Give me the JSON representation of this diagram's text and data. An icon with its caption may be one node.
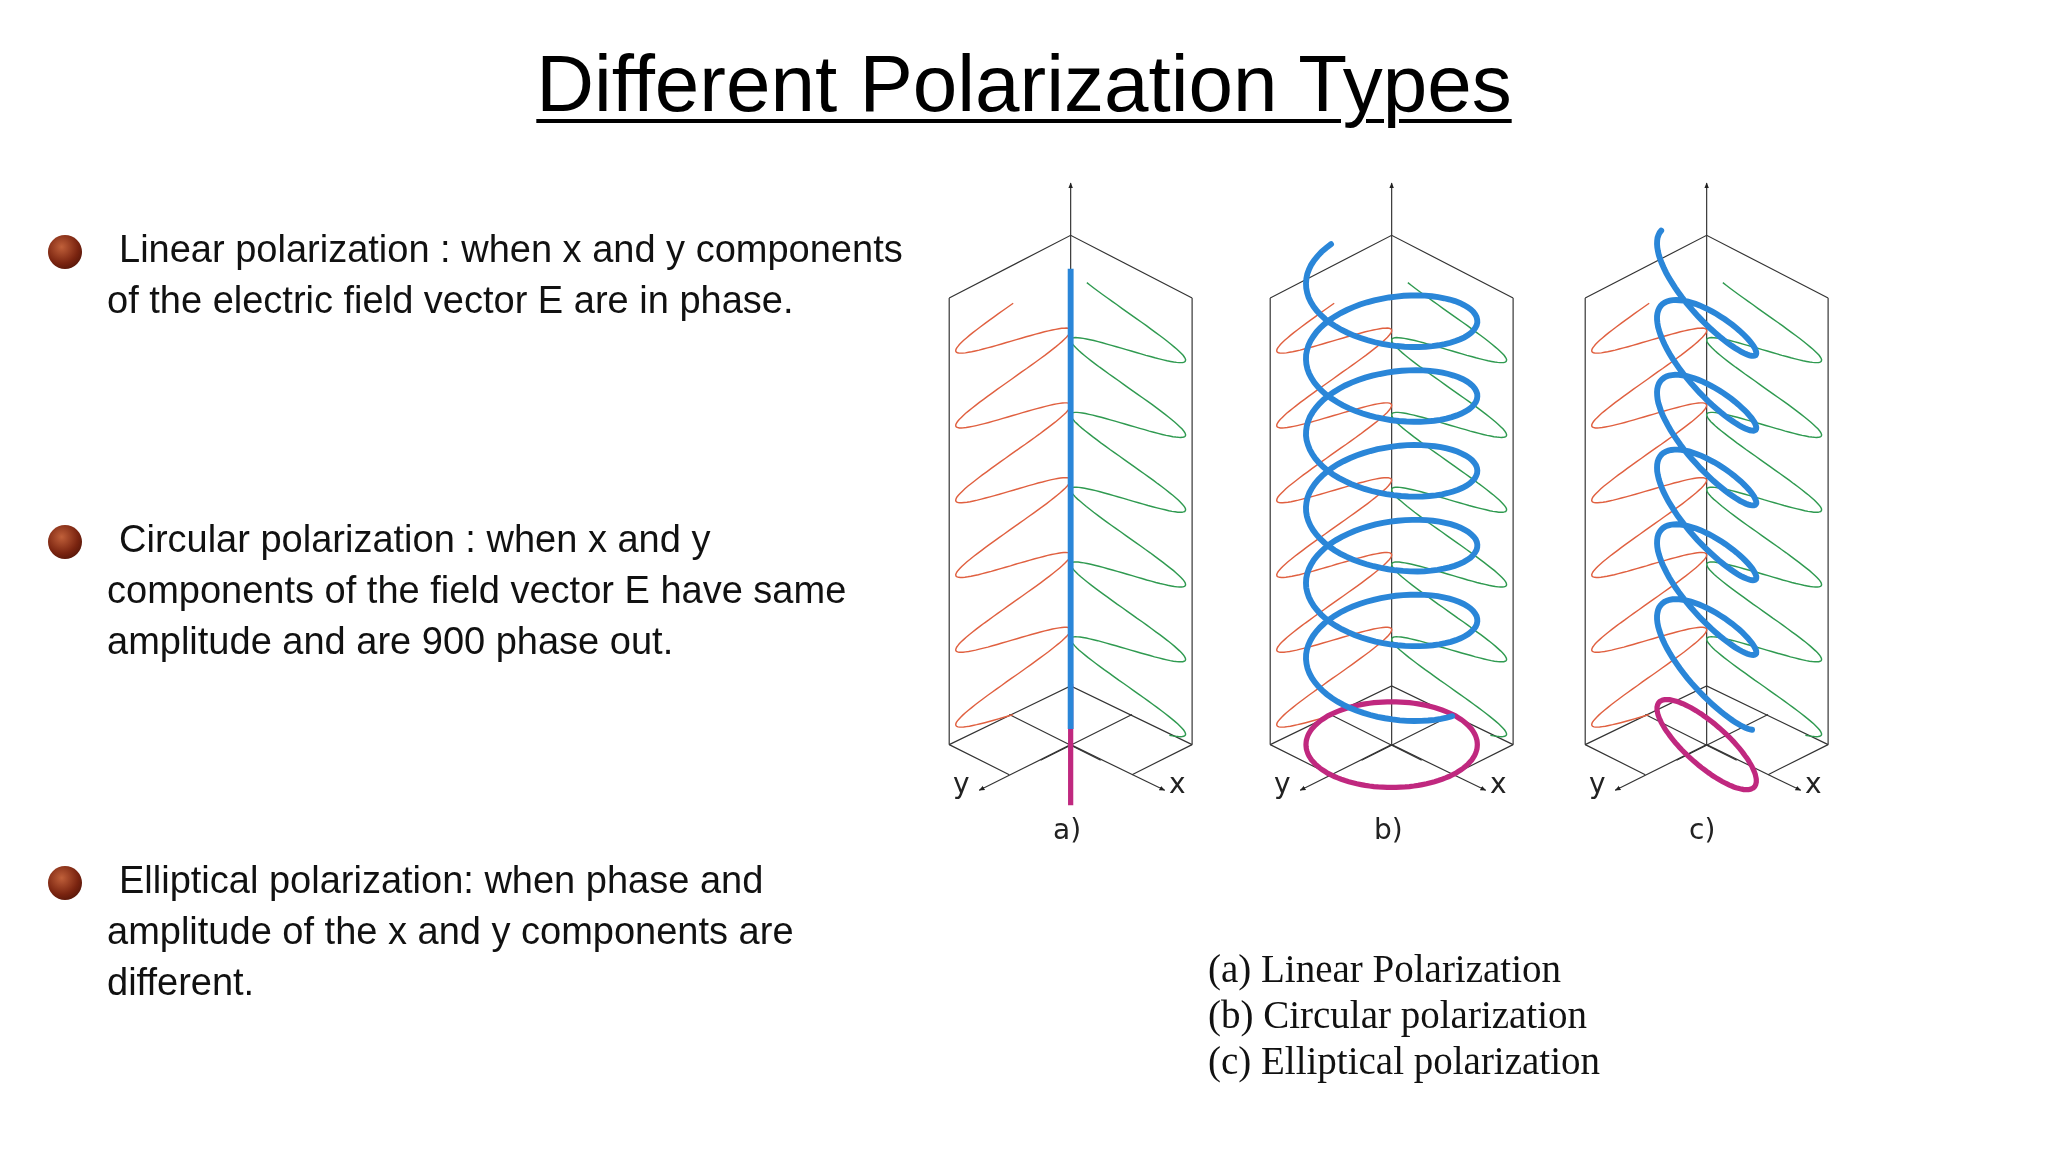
{
  "diagram": {
    "title": "Different Polarization Types",
    "labels": [
      "Linear polarization : when x and y components of the electric field vector E are in phase.",
      "Circular polarization : when x and y components of the field vector E have same amplitude and are 900 phase out.",
      "Elliptical polarization: when phase and amplitude of the x and y components are different.",
      "y",
      "x",
      "a)",
      "y",
      "x",
      "b)",
      "y",
      "x",
      "c)",
      "(a) Linear Polarization",
      "(b) Circular polarization",
      "(c) Elliptical polarization"
    ]
  }
}
